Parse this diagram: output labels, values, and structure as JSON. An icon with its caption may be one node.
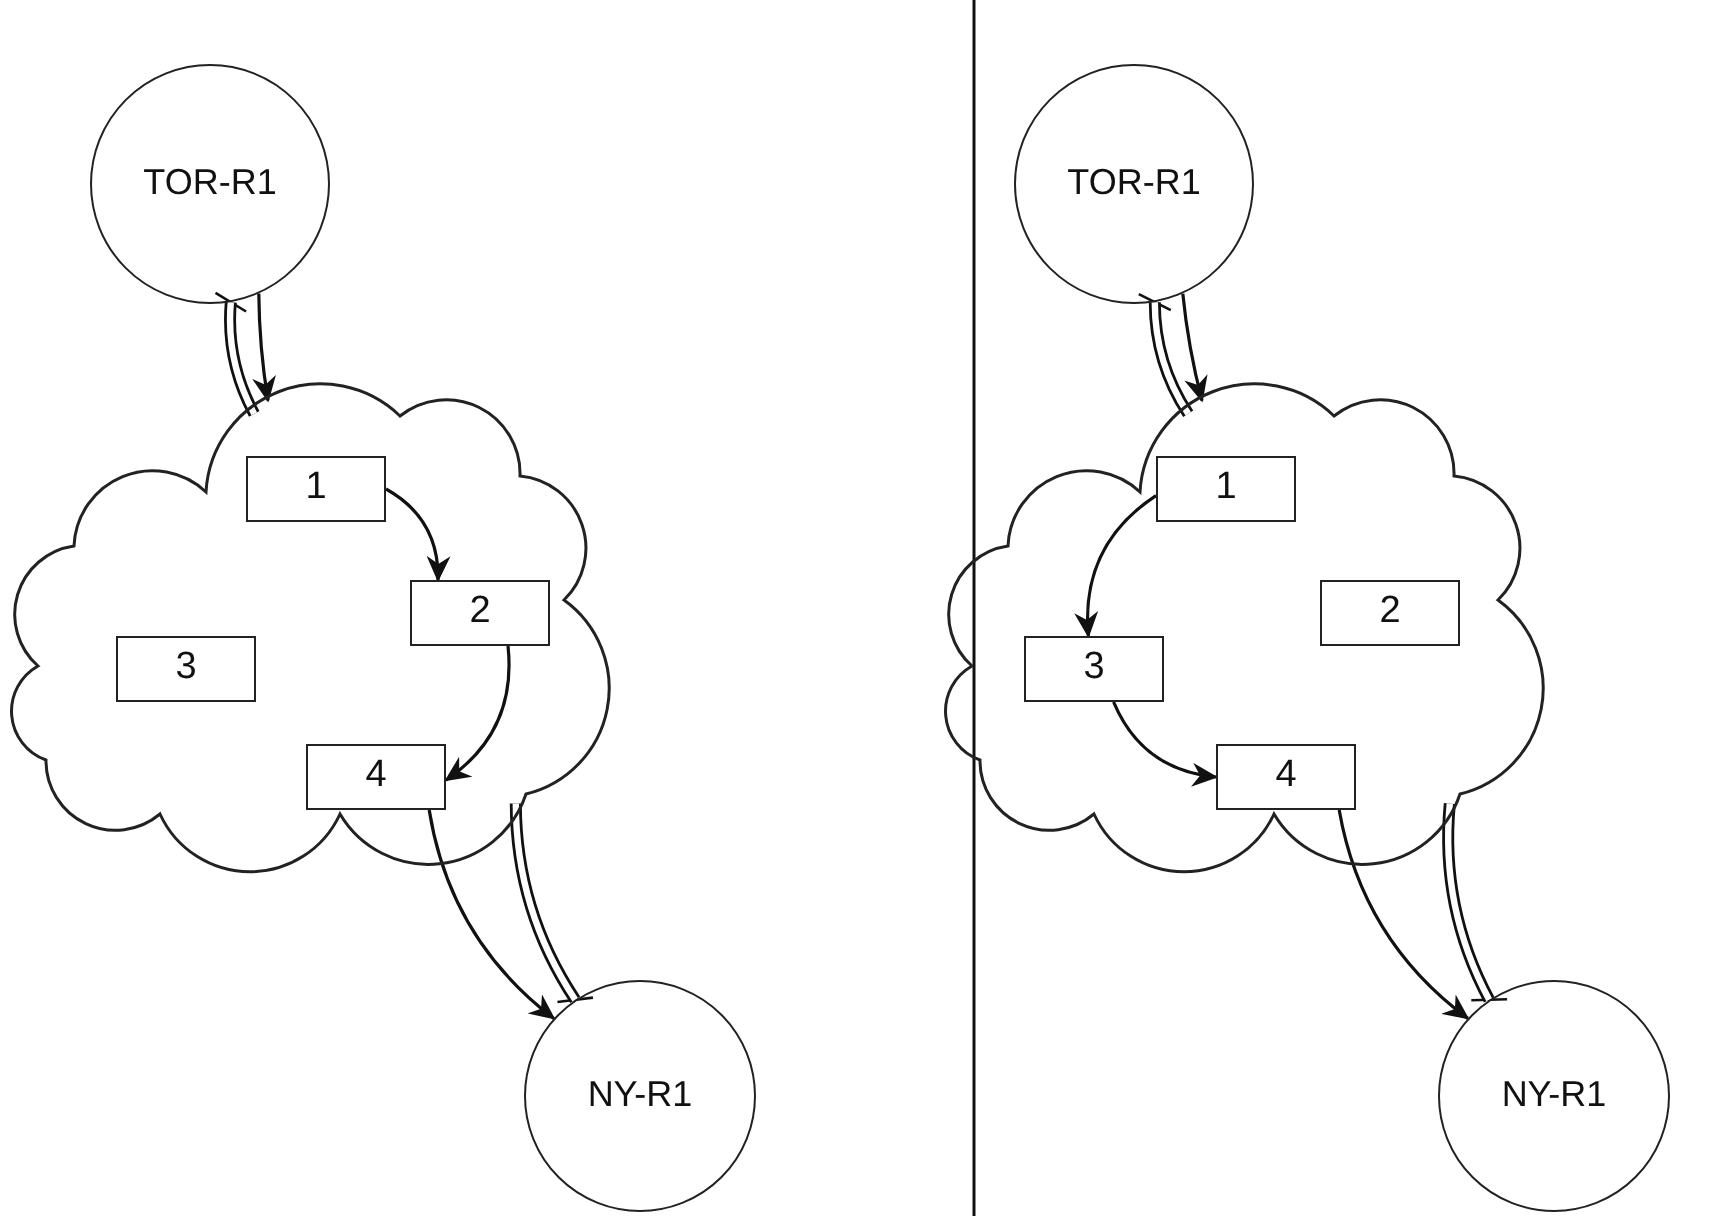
{
  "diagram": {
    "nodes": [
      {
        "text": [
          "TOR-R1"
        ]
      },
      {
        "text": [],
        "shape": "cloud"
      },
      {
        "text": [
          "1"
        ],
        "in": 1
      },
      {
        "text": [
          "2"
        ],
        "in": 1
      },
      {
        "text": [
          "3"
        ],
        "in": 1
      },
      {
        "text": [
          "4"
        ],
        "in": 1
      },
      {
        "text": [
          "NY-R1"
        ]
      },
      {
        "text": [
          "TOR-R1"
        ]
      },
      {
        "text": [],
        "shape": "cloud"
      },
      {
        "text": [
          "1"
        ],
        "in": 8
      },
      {
        "text": [
          "2"
        ],
        "in": 8
      },
      {
        "text": [
          "3"
        ],
        "in": 8
      },
      {
        "text": [
          "4"
        ],
        "in": 8
      },
      {
        "text": [
          "NY-R1"
        ]
      }
    ],
    "edges": [
      {
        "from": 0,
        "to": 1,
        "arrow": "other",
        "style": "thick"
      },
      {
        "from": 0,
        "to": 1,
        "arrow": "to"
      },
      {
        "from": 2,
        "to": 3,
        "arrow": "to"
      },
      {
        "from": 3,
        "to": 5,
        "arrow": "to"
      },
      {
        "from": 5,
        "to": 6,
        "arrow": "to"
      },
      {
        "from": 6,
        "to": 1,
        "arrow": "other",
        "style": "thick"
      },
      {
        "from": 7,
        "to": 8,
        "arrow": "other",
        "style": "thick"
      },
      {
        "from": 7,
        "to": 8,
        "arrow": "to"
      },
      {
        "from": 9,
        "to": 11,
        "arrow": "to"
      },
      {
        "from": 11,
        "to": 12,
        "arrow": "to"
      },
      {
        "from": 12,
        "to": 13,
        "arrow": "to"
      },
      {
        "from": 13,
        "to": 8,
        "arrow": "other",
        "style": "thick"
      }
    ]
  }
}
